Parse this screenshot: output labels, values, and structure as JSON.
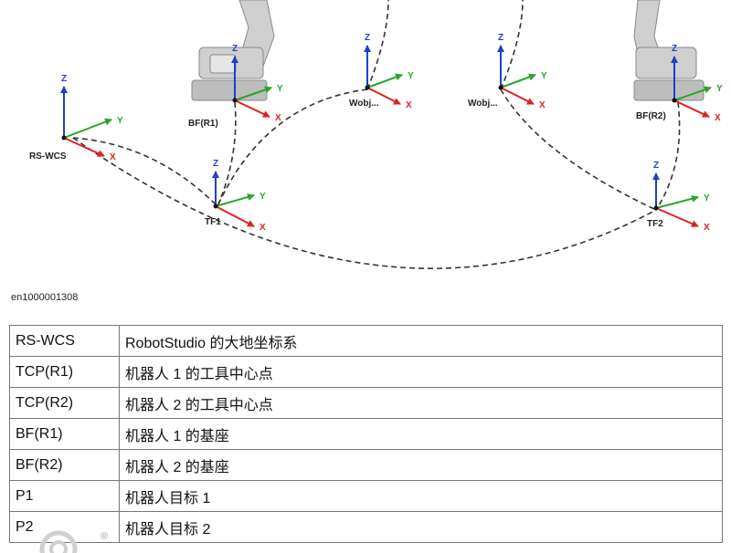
{
  "figure_id": "en1000001308",
  "frames": [
    {
      "id": "rs-wcs",
      "label": "RS-WCS"
    },
    {
      "id": "bf-r1",
      "label": "BF(R1)"
    },
    {
      "id": "wobj-1",
      "label": "Wobj..."
    },
    {
      "id": "wobj-2",
      "label": "Wobj..."
    },
    {
      "id": "bf-r2",
      "label": "BF(R2)"
    },
    {
      "id": "tf1",
      "label": "TF1"
    },
    {
      "id": "tf2",
      "label": "TF2"
    }
  ],
  "axes": {
    "x": "X",
    "y": "Y",
    "z": "Z"
  },
  "colors": {
    "x_axis": "#e02020",
    "y_axis": "#2aa52a",
    "z_axis": "#1f3fc8",
    "path": "#333333"
  },
  "legend": [
    {
      "key": "RS-WCS",
      "desc": "RobotStudio 的大地坐标系"
    },
    {
      "key": "TCP(R1)",
      "desc": "机器人 1 的工具中心点"
    },
    {
      "key": "TCP(R2)",
      "desc": "机器人 2 的工具中心点"
    },
    {
      "key": "BF(R1)",
      "desc": "机器人 1 的基座"
    },
    {
      "key": "BF(R2)",
      "desc": "机器人 2 的基座"
    },
    {
      "key": "P1",
      "desc": "机器人目标 1"
    },
    {
      "key": "P2",
      "desc": "机器人目标 2"
    }
  ]
}
